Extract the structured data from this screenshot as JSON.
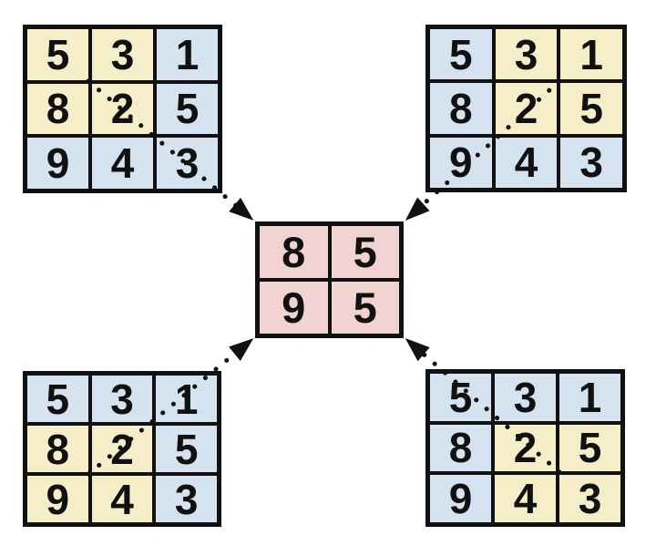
{
  "colors": {
    "highlight_yellow": "#F6EEC8",
    "cell_blue": "#D5E2EF",
    "pool_pink": "#F1D3D1",
    "line_black": "#111111"
  },
  "grids": {
    "top_left": {
      "values": [
        [
          "5",
          "3",
          "1"
        ],
        [
          "8",
          "2",
          "5"
        ],
        [
          "9",
          "4",
          "3"
        ]
      ],
      "highlight": [
        [
          1,
          1,
          0
        ],
        [
          1,
          1,
          0
        ],
        [
          0,
          0,
          0
        ]
      ]
    },
    "top_right": {
      "values": [
        [
          "5",
          "3",
          "1"
        ],
        [
          "8",
          "2",
          "5"
        ],
        [
          "9",
          "4",
          "3"
        ]
      ],
      "highlight": [
        [
          0,
          1,
          1
        ],
        [
          0,
          1,
          1
        ],
        [
          0,
          0,
          0
        ]
      ]
    },
    "bottom_left": {
      "values": [
        [
          "5",
          "3",
          "1"
        ],
        [
          "8",
          "2",
          "5"
        ],
        [
          "9",
          "4",
          "3"
        ]
      ],
      "highlight": [
        [
          0,
          0,
          0
        ],
        [
          1,
          1,
          0
        ],
        [
          1,
          1,
          0
        ]
      ]
    },
    "bottom_right": {
      "values": [
        [
          "5",
          "3",
          "1"
        ],
        [
          "8",
          "2",
          "5"
        ],
        [
          "9",
          "4",
          "3"
        ]
      ],
      "highlight": [
        [
          0,
          0,
          0
        ],
        [
          0,
          1,
          1
        ],
        [
          0,
          1,
          1
        ]
      ]
    }
  },
  "output_grid": {
    "values": [
      [
        "8",
        "5"
      ],
      [
        "9",
        "5"
      ]
    ]
  }
}
